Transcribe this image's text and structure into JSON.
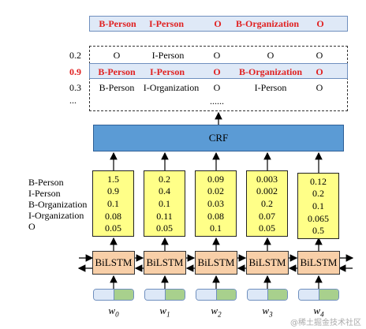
{
  "best_path": [
    "B-Person",
    "I-Person",
    "O",
    "B-Organization",
    "O"
  ],
  "candidates": [
    {
      "score": "0.2",
      "tags": [
        "O",
        "I-Person",
        "O",
        "O",
        "O"
      ],
      "highlight": false
    },
    {
      "score": "0.9",
      "tags": [
        "B-Person",
        "I-Person",
        "O",
        "B-Organization",
        "O"
      ],
      "highlight": true
    },
    {
      "score": "0.3",
      "tags": [
        "B-Person",
        "I-Organization",
        "O",
        "I-Person",
        "O"
      ],
      "highlight": false
    }
  ],
  "ellipsis_score": "...",
  "ellipsis_tag": "......",
  "crf_label": "CRF",
  "tag_labels": [
    "B-Person",
    "I-Person",
    "B-Organization",
    "I-Organization",
    "O"
  ],
  "emission_scores": [
    [
      "1.5",
      "0.9",
      "0.1",
      "0.08",
      "0.05"
    ],
    [
      "0.2",
      "0.4",
      "0.1",
      "0.11",
      "0.05"
    ],
    [
      "0.09",
      "0.02",
      "0.03",
      "0.08",
      "0.1"
    ],
    [
      "0.003",
      "0.002",
      "0.2",
      "0.07",
      "0.05"
    ],
    [
      "0.12",
      "0.2",
      "0.1",
      "0.065",
      "0.5"
    ]
  ],
  "bilstm_label": "BiLSTM",
  "words": [
    {
      "base": "w",
      "sub": "0"
    },
    {
      "base": "w",
      "sub": "1"
    },
    {
      "base": "w",
      "sub": "2"
    },
    {
      "base": "w",
      "sub": "3"
    },
    {
      "base": "w",
      "sub": "4"
    }
  ],
  "watermark": "@稀土掘金技术社区"
}
